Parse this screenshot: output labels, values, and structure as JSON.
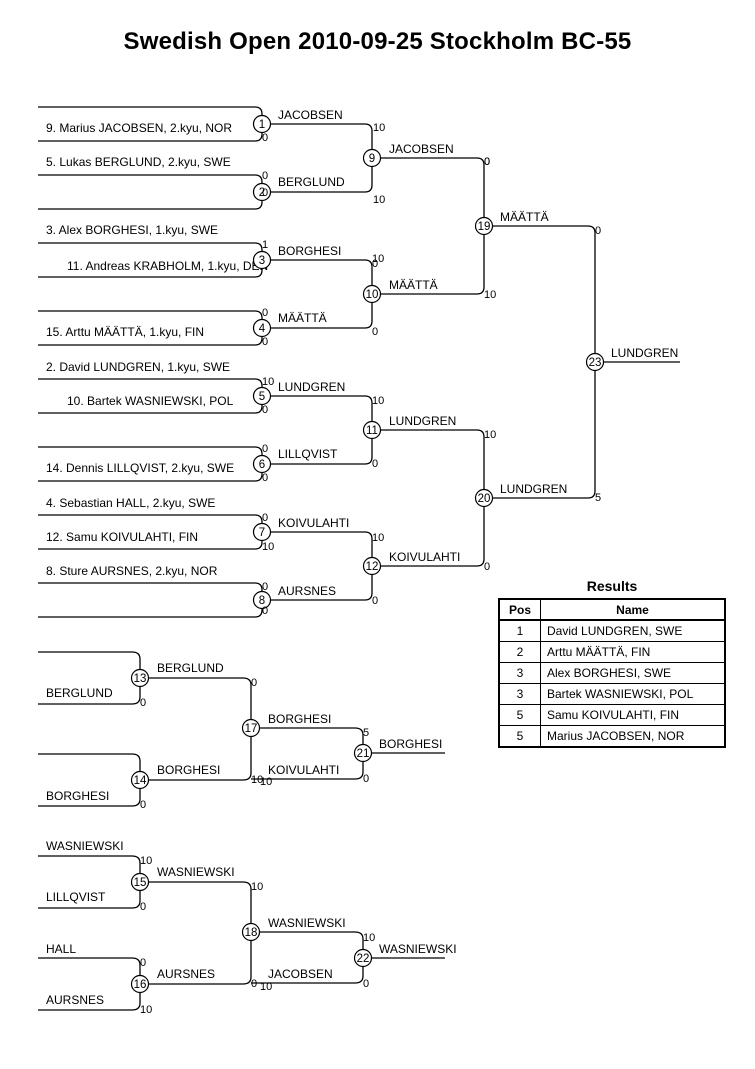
{
  "title": "Swedish Open  2010-09-25  Stockholm   BC-55",
  "entrants": [
    "9. Marius JACOBSEN, 2.kyu, NOR",
    "5. Lukas BERGLUND, 2.kyu, SWE",
    "3. Alex BORGHESI, 1.kyu, SWE",
    "11. Andreas KRABHOLM, 1.kyu, DEN",
    "15. Arttu MÄÄTTÄ, 1.kyu, FIN",
    "2. David LUNDGREN, 1.kyu, SWE",
    "10. Bartek WASNIEWSKI, POL",
    "14. Dennis LILLQVIST, 2.kyu, SWE",
    "4. Sebastian HALL, 2.kyu, SWE",
    "12. Samu KOIVULAHTI, FIN",
    "8. Sture AURSNES, 2.kyu, NOR"
  ],
  "matches": [
    {
      "no": "1",
      "winner": "JACOBSEN",
      "scores": [
        "10",
        "0"
      ]
    },
    {
      "no": "2",
      "winner": "BERGLUND",
      "scores": [
        "0",
        "0"
      ]
    },
    {
      "no": "3",
      "winner": "BORGHESI",
      "scores": [
        "1",
        "0"
      ]
    },
    {
      "no": "4",
      "winner": "MÄÄTTÄ",
      "scores": [
        "0",
        "0"
      ]
    },
    {
      "no": "5",
      "winner": "LUNDGREN",
      "scores": [
        "10",
        "0"
      ]
    },
    {
      "no": "6",
      "winner": "LILLQVIST",
      "scores": [
        "0",
        "0"
      ]
    },
    {
      "no": "7",
      "winner": "KOIVULAHTI",
      "scores": [
        "0",
        "10"
      ]
    },
    {
      "no": "8",
      "winner": "AURSNES",
      "scores": [
        "0",
        "0"
      ]
    },
    {
      "no": "9",
      "winner": "JACOBSEN",
      "scores": [
        "10",
        "0"
      ]
    },
    {
      "no": "10",
      "winner": "MÄÄTTÄ",
      "scores": [
        "0",
        "10"
      ]
    },
    {
      "no": "11",
      "winner": "LUNDGREN",
      "scores": [
        "10",
        "0"
      ]
    },
    {
      "no": "12",
      "winner": "KOIVULAHTI",
      "scores": [
        "10",
        "0"
      ]
    },
    {
      "no": "19",
      "winner": "MÄÄTTÄ",
      "scores": [
        "0",
        "10"
      ]
    },
    {
      "no": "20",
      "winner": "LUNDGREN",
      "scores": [
        "10",
        "0"
      ]
    },
    {
      "no": "23",
      "winner": "LUNDGREN",
      "scores": [
        "0",
        "5"
      ]
    },
    {
      "no": "13",
      "winner": "BERGLUND",
      "entrants": [
        "",
        "BERGLUND"
      ],
      "scores": [
        "",
        "0"
      ]
    },
    {
      "no": "14",
      "winner": "BORGHESI",
      "entrants": [
        "",
        "BORGHESI"
      ],
      "scores": [
        "",
        "0"
      ]
    },
    {
      "no": "17",
      "winner": "BORGHESI",
      "scores": [
        "0",
        "10"
      ],
      "extra": "10"
    },
    {
      "no": "21",
      "winner": "BORGHESI",
      "scores": [
        "5",
        "0"
      ]
    },
    {
      "no": "15",
      "winner": "WASNIEWSKI",
      "entrants": [
        "WASNIEWSKI",
        "LILLQVIST"
      ],
      "scores": [
        "10",
        "0"
      ]
    },
    {
      "no": "16",
      "winner": "AURSNES",
      "entrants": [
        "HALL",
        "AURSNES"
      ],
      "scores": [
        "0",
        "10"
      ]
    },
    {
      "no": "18",
      "winner": "WASNIEWSKI",
      "scores": [
        "10",
        "0"
      ],
      "extra": "10"
    },
    {
      "no": "22",
      "winner": "WASNIEWSKI",
      "scores": [
        "10",
        "0"
      ]
    }
  ],
  "second_path_labels": [
    "KOIVULAHTI",
    "JACOBSEN"
  ],
  "results": {
    "title": "Results",
    "headers": [
      "Pos",
      "Name"
    ],
    "rows": [
      {
        "pos": "1",
        "name": "David LUNDGREN, SWE"
      },
      {
        "pos": "2",
        "name": "Arttu MÄÄTTÄ, FIN"
      },
      {
        "pos": "3",
        "name": "Alex BORGHESI, SWE"
      },
      {
        "pos": "3",
        "name": "Bartek WASNIEWSKI, POL"
      },
      {
        "pos": "5",
        "name": "Samu KOIVULAHTI, FIN"
      },
      {
        "pos": "5",
        "name": "Marius JACOBSEN, NOR"
      }
    ]
  }
}
